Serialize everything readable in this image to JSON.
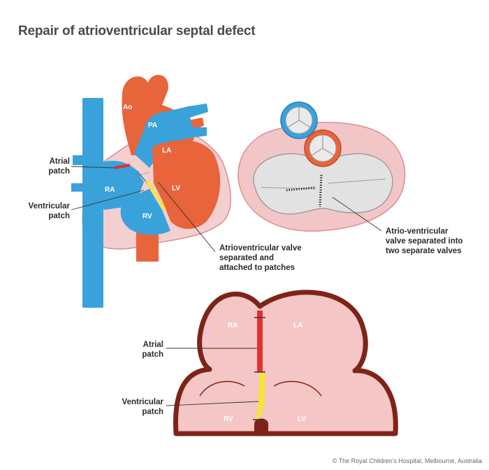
{
  "title": "Repair of atrioventricular septal defect",
  "top_left": {
    "chambers": {
      "ao": "Ao",
      "pa": "PA",
      "la": "LA",
      "ra": "RA",
      "lv": "LV",
      "rv": "RV"
    },
    "atrial_patch": [
      "Atrial",
      "patch"
    ],
    "ventricular_patch": [
      "Ventricular",
      "patch"
    ],
    "av_valve_label": [
      "Atrioventricular valve",
      "separated and",
      "attached to patches"
    ]
  },
  "top_right": {
    "valve_label": [
      "Atrio-ventricular",
      "valve separated into",
      "two separate valves"
    ]
  },
  "bottom": {
    "chambers": {
      "ra": "RA",
      "la": "LA",
      "rv": "RV",
      "lv": "LV"
    },
    "atrial_patch": [
      "Atrial",
      "patch"
    ],
    "ventricular_patch": [
      "Ventricular",
      "patch"
    ]
  },
  "colors": {
    "blue": "#3aa2da",
    "dark_blue": "#1f7ec0",
    "orange": "#e8643a",
    "pink": "#f1c2c3",
    "pink_dark": "#cf7a7e",
    "maroon": "#7d2418",
    "red_patch": "#e53030",
    "yellow_patch": "#f7e534"
  },
  "credit": "© The Royal Children's Hospital, Melbourne, Australia"
}
